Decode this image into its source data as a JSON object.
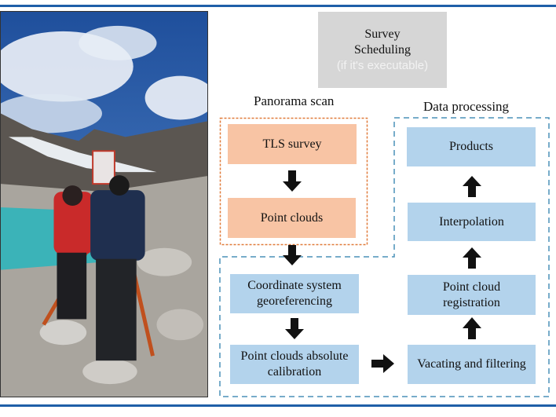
{
  "scheduling": {
    "title_line1": "Survey",
    "title_line2": "Scheduling",
    "note": "(if it's executable)"
  },
  "sections": {
    "panorama": "Panorama scan",
    "processing": "Data processing"
  },
  "panorama_steps": [
    "TLS survey",
    "Point clouds"
  ],
  "field_steps": [
    {
      "line1": "Coordinate system",
      "line2": "georeferencing"
    },
    {
      "line1": "Point clouds absolute",
      "line2": "calibration"
    }
  ],
  "processing_steps": [
    {
      "line1": "Vacating and filtering",
      "line2": ""
    },
    {
      "line1": "Point cloud",
      "line2": "registration"
    },
    {
      "line1": "Interpolation",
      "line2": ""
    },
    {
      "line1": "Products",
      "line2": ""
    }
  ],
  "colors": {
    "frame": "#1f5fa8",
    "orange_fill": "#f8c4a4",
    "orange_dash": "#e07b3a",
    "blue_fill": "#b3d3ec",
    "blue_dash": "#4a90b8",
    "grey_fill": "#d6d6d6"
  }
}
